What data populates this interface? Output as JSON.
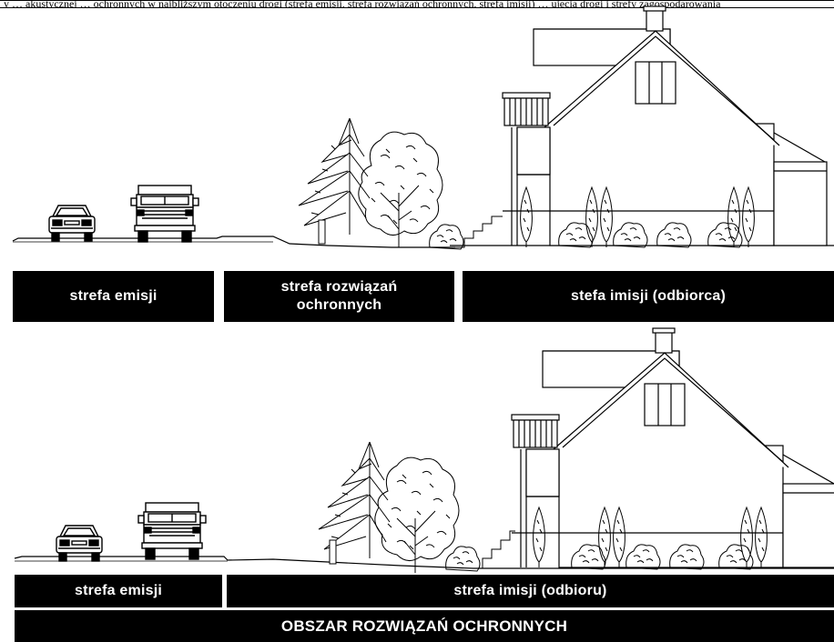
{
  "caption": {
    "text": "y … akustycznej … ochronnych w najbliższym otoczeniu drogi (strefa emisji, strefa rozwiązań ochronnych, strefa imisji) … ujęcia drogi i strefy zagospodarowania"
  },
  "panel_top": {
    "zone_emission": "strefa emisji",
    "zone_protection_line1": "strefa rozwiązań",
    "zone_protection_line2": "ochronnych",
    "zone_immission": "stefa imisji (odbiorca)"
  },
  "panel_bottom": {
    "zone_emission": "strefa emisji",
    "zone_immission": "strefa imisji (odbioru)",
    "protection_area": "OBSZAR ROZWIĄZAŃ OCHRONNYCH"
  },
  "colors": {
    "ink": "#000000",
    "paper": "#ffffff",
    "label_text": "#ffffff"
  }
}
